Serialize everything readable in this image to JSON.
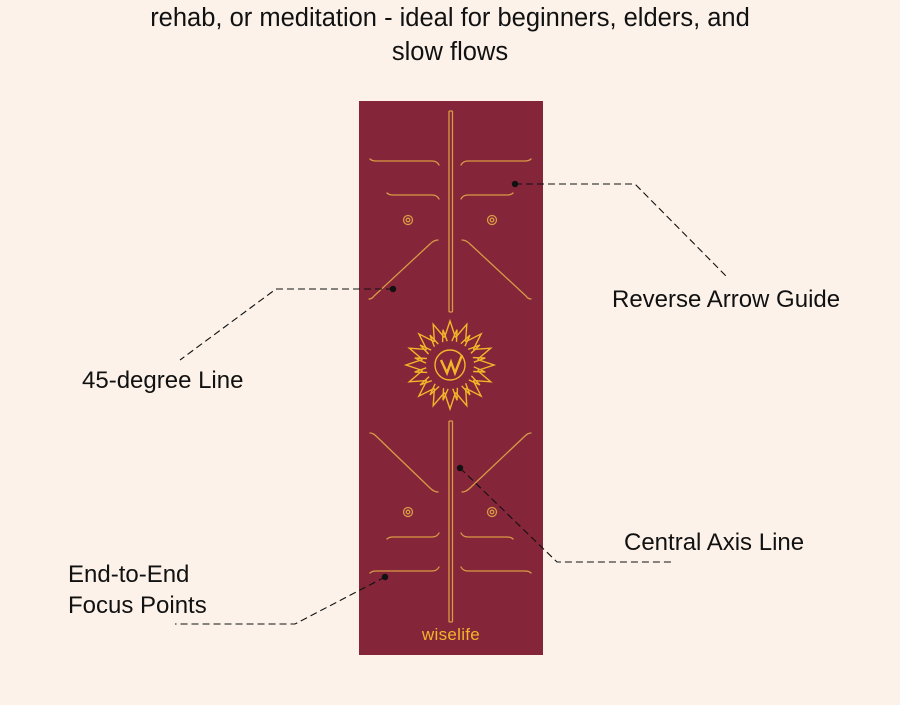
{
  "header": {
    "title_line1": "rehab, or meditation - ideal for beginners, elders, and",
    "title_line2": "slow flows"
  },
  "mat": {
    "brand": "wiselife",
    "colors": {
      "mat": "#84253a",
      "guide": "#d99a45",
      "logo": "#f2b52a",
      "background": "#fcf2ea"
    }
  },
  "callouts": {
    "reverse_arrow": "Reverse Arrow Guide",
    "degree45": "45-degree Line",
    "central_axis": "Central Axis Line",
    "focus_line1": "End-to-End",
    "focus_line2": "Focus Points"
  }
}
